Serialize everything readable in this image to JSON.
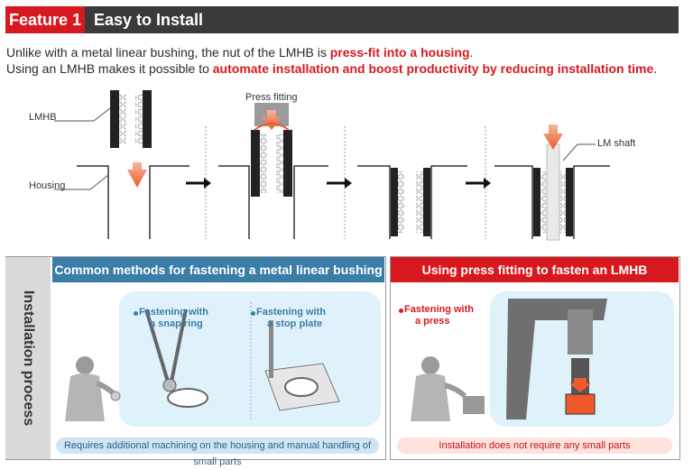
{
  "header": {
    "tag": "Feature 1",
    "title": "Easy to Install"
  },
  "intro": {
    "line1_a": "Unlike with a metal linear bushing, the nut of the LMHB is ",
    "line1_b": "press-fit into a housing",
    "line1_c": ".",
    "line2_a": "Using an LMHB makes it possible to ",
    "line2_b": "automate installation and boost productivity by reducing installation time",
    "line2_c": "."
  },
  "diagram": {
    "lmhb": "LMHB",
    "housing": "Housing",
    "press_fitting": "Press fitting",
    "lm_shaft": "LM shaft"
  },
  "table": {
    "side_label": "Installation process",
    "left": {
      "header": "Common methods for fastening a metal linear bushing",
      "method1_l1": "Fastening with",
      "method1_l2": "a snap ring",
      "method2_l1": "Fastening with",
      "method2_l2": "a stop plate",
      "note": "Requires additional machining on the housing and manual handling of small parts"
    },
    "right": {
      "header": "Using press fitting to fasten an LMHB",
      "method_l1": "Fastening with",
      "method_l2": "a press",
      "note": "Installation does not require any small parts"
    }
  },
  "colors": {
    "accent_red": "#d7191f",
    "header_dark": "#3a3a3a",
    "header_blue": "#3a7ea8",
    "light_blue": "#dff1fb",
    "light_red": "#fde3dc"
  }
}
